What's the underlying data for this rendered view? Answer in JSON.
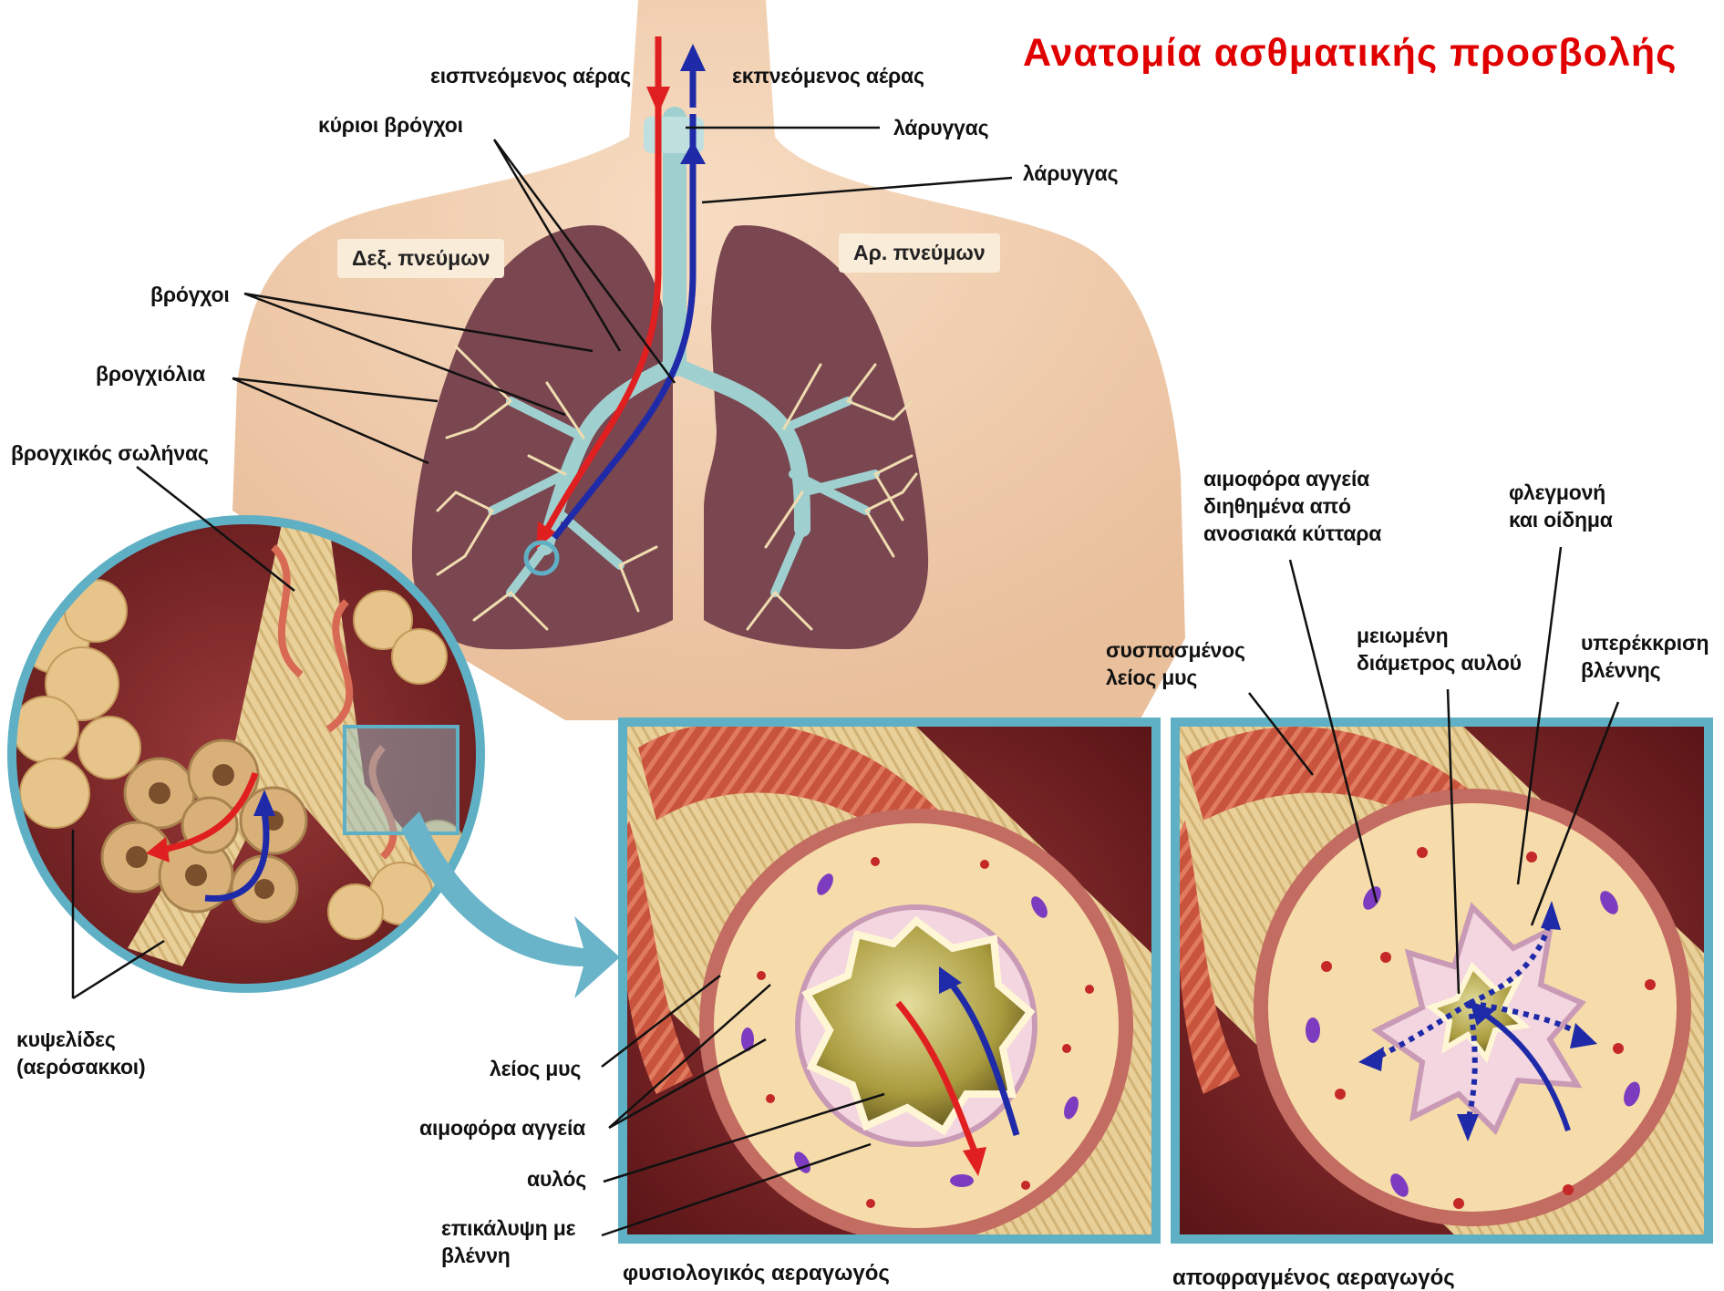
{
  "title": "Ανατομία ασθματικής προσβολής",
  "colors": {
    "title": "#e00000",
    "inhaled_arrow": "#e02020",
    "exhaled_arrow": "#1f2aa8",
    "lung": "#7a4650",
    "airway_tree": "#9fd0cf",
    "skin": "#f3cfb0",
    "panel_border": "#5fb0c4",
    "muscle": "#c8503c",
    "wall": "#f6dcaa"
  },
  "labels": {
    "inhaled_air": "εισπνεόμενος αέρας",
    "exhaled_air": "εκπνεόμενος αέρας",
    "main_bronchi": "κύριοι βρόγχοι",
    "larynx_1": "λάρυγγας",
    "larynx_2": "λάρυγγας",
    "right_lung": "Δεξ. πνεύμων",
    "left_lung": "Αρ. πνεύμων",
    "bronchi": "βρόγχοι",
    "bronchioles": "βρογχιόλια",
    "bronchial_tube": "βρογχικός σωλήνας",
    "alveoli": "κυψελίδες\n(αερόσακκοι)",
    "smooth_muscle": "λείος μυς",
    "blood_vessels": "αιμοφόρα αγγεία",
    "lumen": "αυλός",
    "mucus_lining": "επικάλυψη με\nβλέννη",
    "normal_airway": "φυσιολογικός αεραγωγός",
    "obstructed_airway": "αποφραγμένος αεραγωγός",
    "vessels_infiltrated": "αιμοφόρα αγγεία\nδιηθημένα από\nανοσιακά κύτταρα",
    "inflammation_edema": "φλεγμονή\nκαι οίδημα",
    "contracted_muscle": "συσπασμένος\nλείος μυς",
    "reduced_lumen": "μειωμένη\nδιάμετρος αυλού",
    "mucus_hypersecretion": "υπερέκκριση\nβλέννης"
  }
}
